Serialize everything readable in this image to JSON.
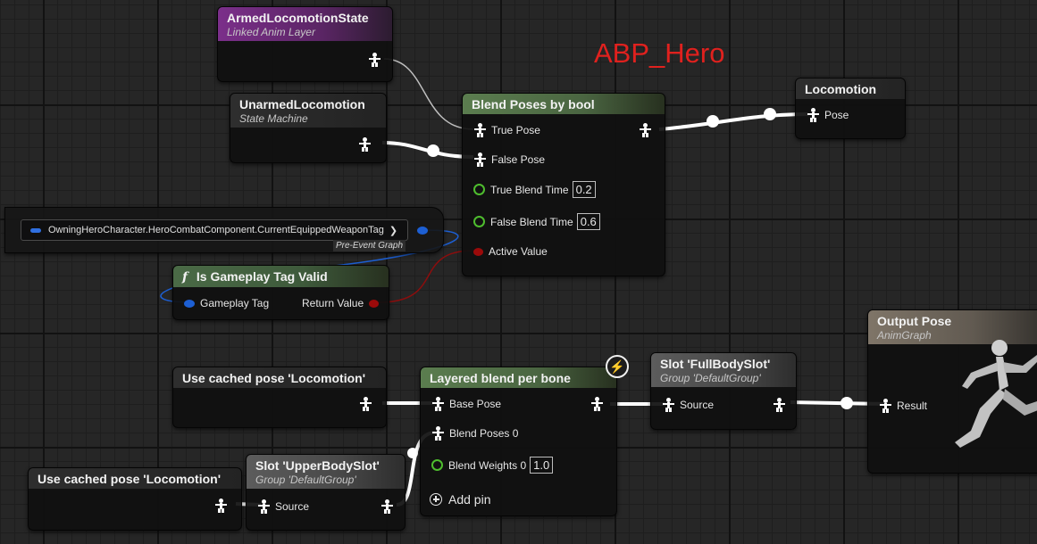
{
  "graph_title": "ABP_Hero",
  "nodes": {
    "armed": {
      "title": "ArmedLocomotionState",
      "subtitle": "Linked Anim Layer"
    },
    "unarmed": {
      "title": "UnarmedLocomotion",
      "subtitle": "State Machine"
    },
    "blend_bool": {
      "title": "Blend Poses by bool",
      "true_pose": "True Pose",
      "false_pose": "False Pose",
      "true_blend_time_label": "True Blend Time",
      "true_blend_time_value": "0.2",
      "false_blend_time_label": "False Blend Time",
      "false_blend_time_value": "0.6",
      "active_value": "Active Value"
    },
    "locomotion": {
      "title": "Locomotion",
      "pose": "Pose"
    },
    "tag_getter": {
      "value": "OwningHeroCharacter.HeroCombatComponent.CurrentEquippedWeaponTag",
      "badge": "Pre-Event Graph"
    },
    "is_tag_valid": {
      "func_icon": "f",
      "title": "Is Gameplay Tag Valid",
      "gameplay_tag": "Gameplay Tag",
      "return_value": "Return Value"
    },
    "output_pose": {
      "title": "Output Pose",
      "subtitle": "AnimGraph",
      "result": "Result"
    },
    "cached1": {
      "title": "Use cached pose 'Locomotion'"
    },
    "layered": {
      "title": "Layered blend per bone",
      "base_pose": "Base Pose",
      "blend_poses": "Blend Poses 0",
      "blend_weights_label": "Blend Weights 0",
      "blend_weights_value": "1.0",
      "add_pin": "Add pin"
    },
    "full_slot": {
      "title": "Slot 'FullBodySlot'",
      "subtitle": "Group 'DefaultGroup'",
      "source": "Source"
    },
    "cached2": {
      "title": "Use cached pose 'Locomotion'"
    },
    "upper_slot": {
      "title": "Slot 'UpperBodySlot'",
      "subtitle": "Group 'DefaultGroup'",
      "source": "Source"
    }
  },
  "colors": {
    "exec_wire": "#ffffff",
    "tag_wire": "#1d5fd3",
    "bool_wire": "#8c0d0d",
    "title_red": "#e0211e"
  }
}
